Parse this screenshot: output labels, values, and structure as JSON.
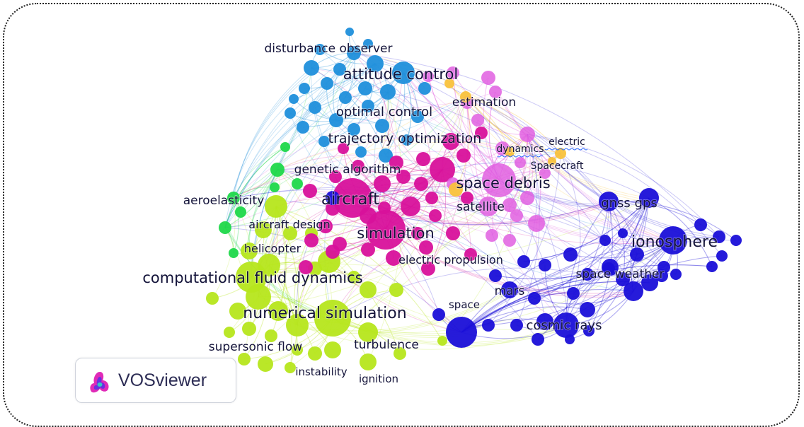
{
  "app": {
    "name": "VOSviewer"
  },
  "colors": {
    "blue_cluster": "#1a0fd8",
    "cyan_cluster": "#1f8fdb",
    "magenta_cluster": "#d8119b",
    "pink_cluster": "#e15fe0",
    "green_cluster": "#1fd84a",
    "lime_cluster": "#b6e61c",
    "orange_cluster": "#f9c23c"
  },
  "keywords": [
    {
      "id": "disturbance-observer",
      "label": "disturbance observer",
      "cluster": "cyan"
    },
    {
      "id": "attitude-control",
      "label": "attitude control",
      "cluster": "cyan"
    },
    {
      "id": "optimal-control",
      "label": "optimal control",
      "cluster": "cyan"
    },
    {
      "id": "estimation",
      "label": "estimation",
      "cluster": "pink"
    },
    {
      "id": "trajectory-optimization",
      "label": "trajectory optimization",
      "cluster": "magenta"
    },
    {
      "id": "electric",
      "label": "electric",
      "cluster": "orange"
    },
    {
      "id": "dynamics",
      "label": "dynamics",
      "cluster": "orange"
    },
    {
      "id": "spacecraft",
      "label": "Spacecraft",
      "cluster": "orange"
    },
    {
      "id": "genetic-algorithm",
      "label": "genetic algorithm",
      "cluster": "green"
    },
    {
      "id": "space-debris",
      "label": "space debris",
      "cluster": "pink"
    },
    {
      "id": "aeroelasticity",
      "label": "aeroelasticity",
      "cluster": "green"
    },
    {
      "id": "aircraft",
      "label": "aircraft",
      "cluster": "magenta"
    },
    {
      "id": "satellite",
      "label": "satellite",
      "cluster": "pink"
    },
    {
      "id": "gnss-gps",
      "label": "gnss gps",
      "cluster": "blue"
    },
    {
      "id": "aircraft-design",
      "label": "aircraft design",
      "cluster": "lime"
    },
    {
      "id": "simulation",
      "label": "simulation",
      "cluster": "magenta"
    },
    {
      "id": "ionosphere",
      "label": "ionosphere",
      "cluster": "blue"
    },
    {
      "id": "helicopter",
      "label": "helicopter",
      "cluster": "lime"
    },
    {
      "id": "electric-propulsion",
      "label": "electric propulsion",
      "cluster": "magenta"
    },
    {
      "id": "space-weather",
      "label": "space weather",
      "cluster": "blue"
    },
    {
      "id": "computational-fluid-dynamics",
      "label": "computational fluid dynamics",
      "cluster": "lime"
    },
    {
      "id": "mars",
      "label": "mars",
      "cluster": "blue"
    },
    {
      "id": "space",
      "label": "space",
      "cluster": "blue"
    },
    {
      "id": "numerical-simulation",
      "label": "numerical simulation",
      "cluster": "lime"
    },
    {
      "id": "cosmic-rays",
      "label": "cosmic rays",
      "cluster": "blue"
    },
    {
      "id": "supersonic-flow",
      "label": "supersonic flow",
      "cluster": "lime"
    },
    {
      "id": "turbulence",
      "label": "turbulence",
      "cluster": "lime"
    },
    {
      "id": "instability",
      "label": "instability",
      "cluster": "lime"
    },
    {
      "id": "ignition",
      "label": "ignition",
      "cluster": "lime"
    }
  ]
}
